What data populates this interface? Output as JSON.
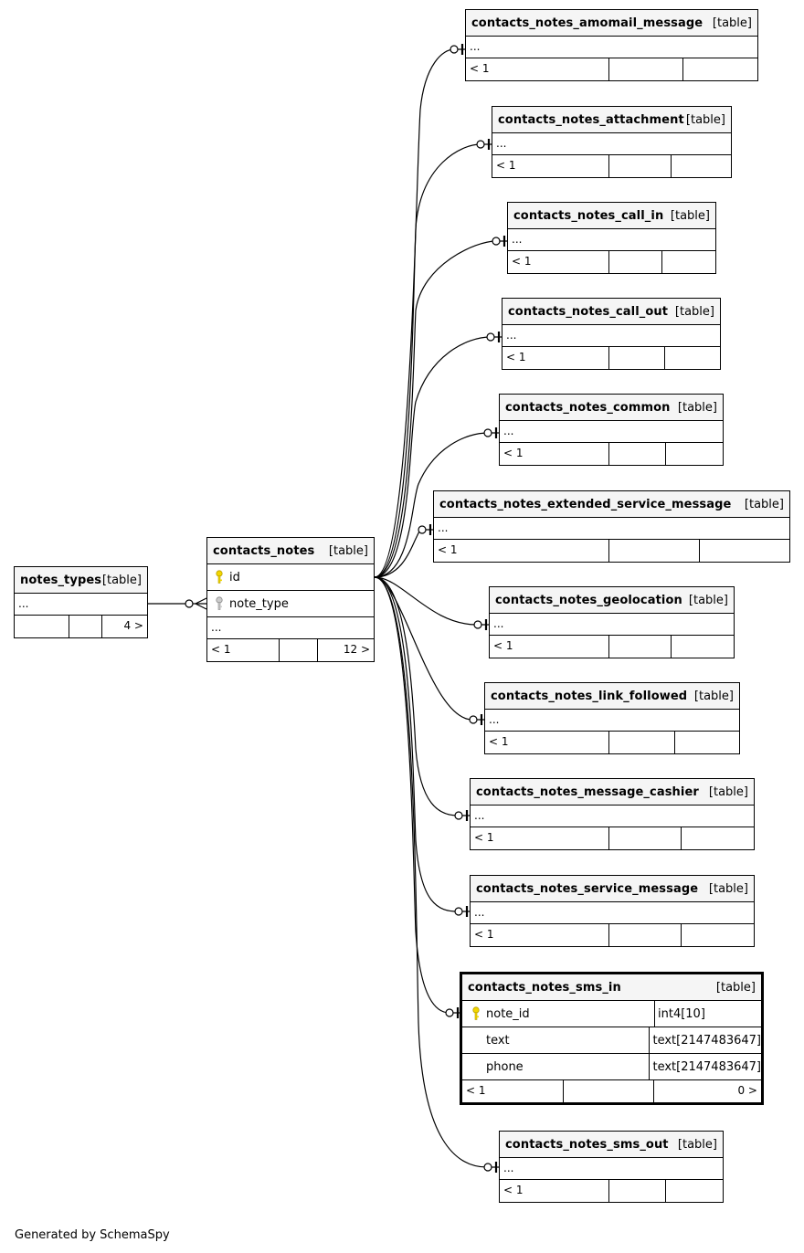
{
  "credit": "Generated by SchemaSpy",
  "colors": {
    "pk_key": "#f2d600",
    "fk_key": "#aaaaaa",
    "header_bg": "#f5f5f5",
    "line": "#000000"
  },
  "tables": {
    "notes_types": {
      "name": "notes_types",
      "kind": "[table]",
      "dots": "...",
      "foot": [
        "",
        "",
        "4 >"
      ]
    },
    "contacts_notes": {
      "name": "contacts_notes",
      "kind": "[table]",
      "columns": [
        {
          "name": "id",
          "icon": "primary-key-icon"
        },
        {
          "name": "note_type",
          "icon": "foreign-key-icon"
        }
      ],
      "dots": "...",
      "foot": [
        "< 1",
        "",
        "12 >"
      ]
    },
    "amomail": {
      "name": "contacts_notes_amomail_message",
      "kind": "[table]",
      "dots": "...",
      "foot": [
        "< 1",
        "",
        ""
      ]
    },
    "attachment": {
      "name": "contacts_notes_attachment",
      "kind": "[table]",
      "dots": "...",
      "foot": [
        "< 1",
        "",
        ""
      ]
    },
    "call_in": {
      "name": "contacts_notes_call_in",
      "kind": "[table]",
      "dots": "...",
      "foot": [
        "< 1",
        "",
        ""
      ]
    },
    "call_out": {
      "name": "contacts_notes_call_out",
      "kind": "[table]",
      "dots": "...",
      "foot": [
        "< 1",
        "",
        ""
      ]
    },
    "common": {
      "name": "contacts_notes_common",
      "kind": "[table]",
      "dots": "...",
      "foot": [
        "< 1",
        "",
        ""
      ]
    },
    "extended": {
      "name": "contacts_notes_extended_service_message",
      "kind": "[table]",
      "dots": "...",
      "foot": [
        "< 1",
        "",
        ""
      ]
    },
    "geolocation": {
      "name": "contacts_notes_geolocation",
      "kind": "[table]",
      "dots": "...",
      "foot": [
        "< 1",
        "",
        ""
      ]
    },
    "link_followed": {
      "name": "contacts_notes_link_followed",
      "kind": "[table]",
      "dots": "...",
      "foot": [
        "< 1",
        "",
        ""
      ]
    },
    "message_cashier": {
      "name": "contacts_notes_message_cashier",
      "kind": "[table]",
      "dots": "...",
      "foot": [
        "< 1",
        "",
        ""
      ]
    },
    "service_message": {
      "name": "contacts_notes_service_message",
      "kind": "[table]",
      "dots": "...",
      "foot": [
        "< 1",
        "",
        ""
      ]
    },
    "sms_in": {
      "name": "contacts_notes_sms_in",
      "kind": "[table]",
      "columns": [
        {
          "name": "note_id",
          "type": "int4[10]",
          "icon": "primary-key-icon"
        },
        {
          "name": "text",
          "type": "text[2147483647]",
          "icon": ""
        },
        {
          "name": "phone",
          "type": "text[2147483647]",
          "icon": ""
        }
      ],
      "foot": [
        "< 1",
        "",
        "0 >"
      ]
    },
    "sms_out": {
      "name": "contacts_notes_sms_out",
      "kind": "[table]",
      "dots": "...",
      "foot": [
        "< 1",
        "",
        ""
      ]
    }
  }
}
